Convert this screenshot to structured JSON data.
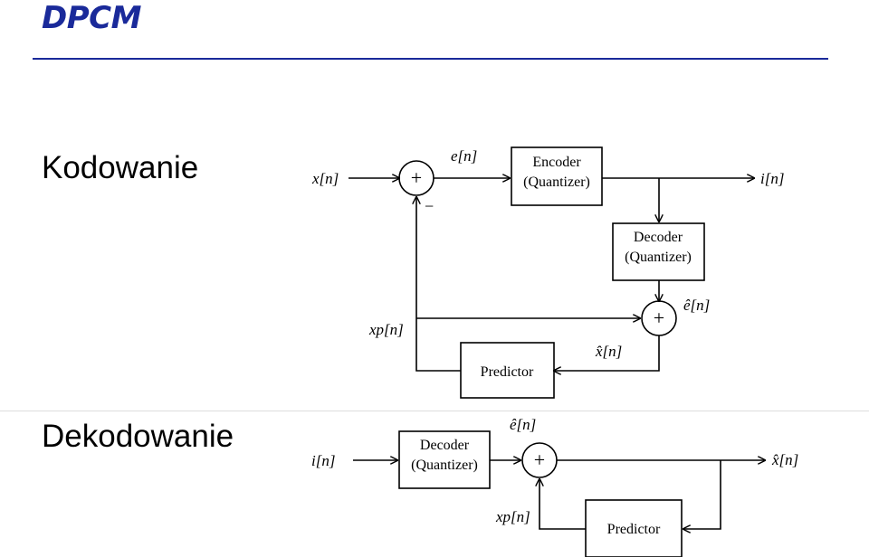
{
  "page": {
    "title": "DPCM",
    "title_color": "#1a2a9a"
  },
  "sections": [
    {
      "label": "Kodowanie"
    },
    {
      "label": "Dekodowanie"
    }
  ],
  "encoder": {
    "input": "x[n]",
    "error": "e[n]",
    "minus_sign": "−",
    "encoder_box": [
      "Encoder",
      "(Quantizer)"
    ],
    "output": "i[n]",
    "decoder_box": [
      "Decoder",
      "(Quantizer)"
    ],
    "dequantized_error": "ê[n]",
    "prediction": "xp[n]",
    "reconstructed": "x̂[n]",
    "predictor_box": "Predictor"
  },
  "decoder": {
    "input": "i[n]",
    "decoder_box": [
      "Decoder",
      "(Quantizer)"
    ],
    "dequantized_error": "ê[n]",
    "output": "x̂[n]",
    "prediction": "xp[n]",
    "predictor_box": "Predictor"
  },
  "symbols": {
    "plus": "+"
  }
}
